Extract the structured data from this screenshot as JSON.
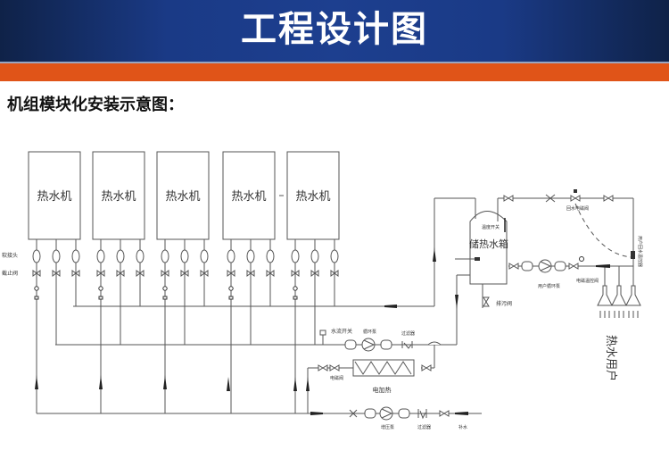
{
  "header": {
    "title": "工程设计图"
  },
  "section": {
    "title": "机组模块化安装示意图："
  },
  "diagram": {
    "units": [
      {
        "label": "热水机"
      },
      {
        "label": "热水机"
      },
      {
        "label": "热水机"
      },
      {
        "label": "热水机"
      },
      {
        "label": "热水机"
      }
    ],
    "labels": {
      "soft_joint": "软接头",
      "stop_valve": "截止阀",
      "tank": "储热水箱",
      "tank_sensor": "温度开关",
      "drain_valve": "排污阀",
      "flow_switch": "水流开关",
      "circ_pump": "循环泵",
      "filter": "过滤器",
      "electric_heater": "电加热",
      "solenoid_valve": "电磁阀",
      "makeup_pump": "增压泵",
      "makeup_filter": "过滤器",
      "makeup_water": "补水",
      "user_pump": "用户循环泵",
      "temp_sensor": "电磁温控阀",
      "return_valve": "回水电磁阀",
      "return_sensor": "用户回水温控器",
      "users": "热水用户"
    }
  },
  "colors": {
    "banner": "#1a3a86",
    "accent": "#e05418",
    "line": "#555555"
  }
}
